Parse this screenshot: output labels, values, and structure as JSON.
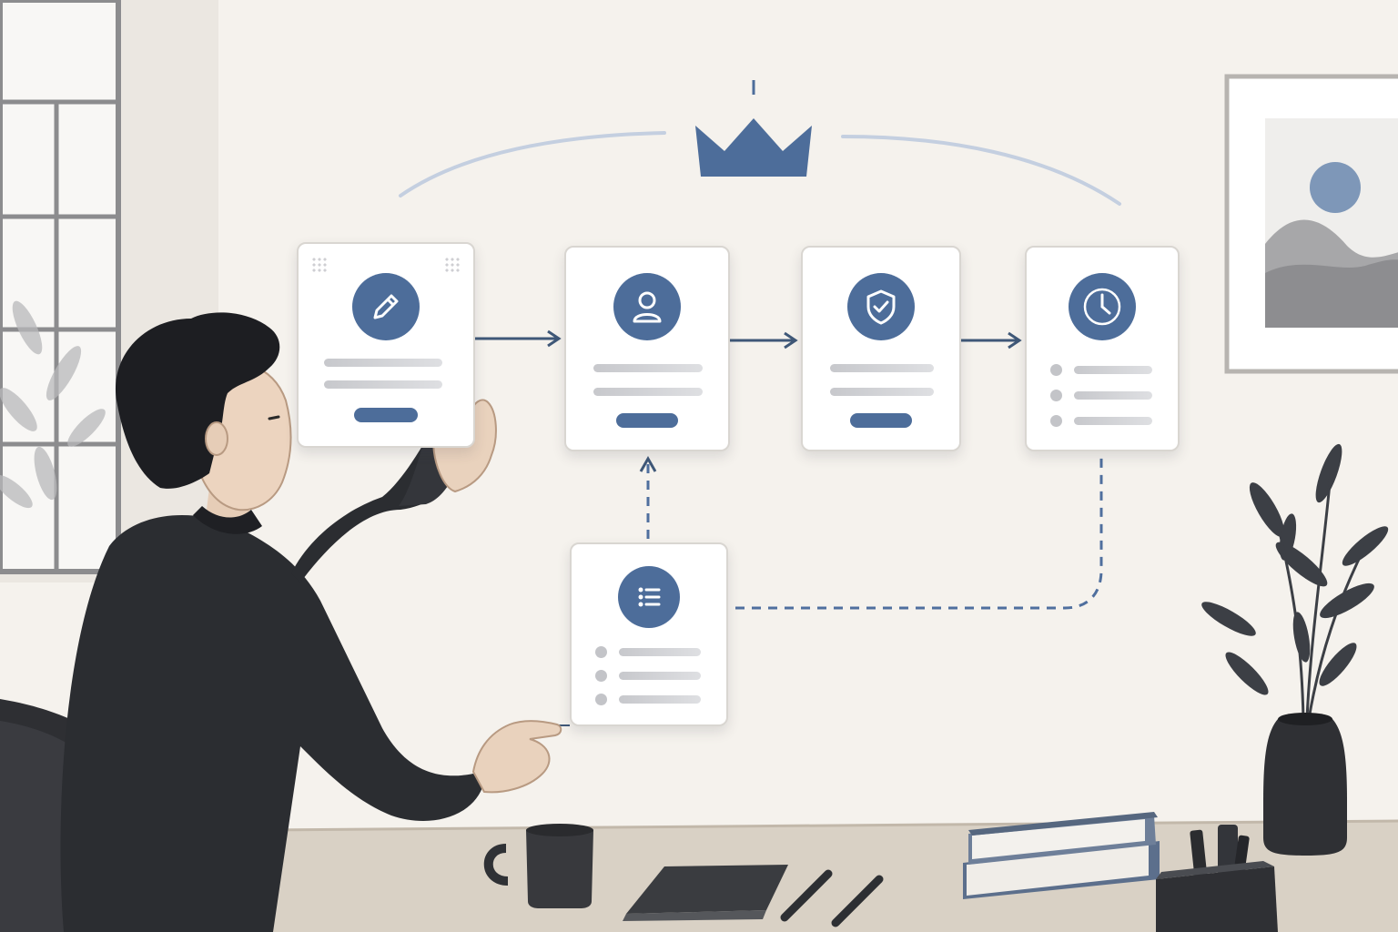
{
  "colors": {
    "wall": "#f4f1ec",
    "accent": "#4d6d9a",
    "connector": "#3f5878",
    "dashed_connector": "#4f6f9e",
    "card": "#ffffff",
    "shirt": "#2b2d31",
    "desk": "#d9d1c5"
  },
  "workflow": {
    "crown_icon": "crown-icon",
    "cards": [
      {
        "name": "edit",
        "icon": "pencil-icon",
        "content": [
          "line",
          "line",
          "button"
        ]
      },
      {
        "name": "user",
        "icon": "user-icon",
        "content": [
          "line",
          "line",
          "button"
        ]
      },
      {
        "name": "security",
        "icon": "shield-check-icon",
        "content": [
          "line",
          "line",
          "button"
        ]
      },
      {
        "name": "schedule",
        "icon": "clock-icon",
        "content": [
          "list-item",
          "list-item",
          "list-item"
        ]
      },
      {
        "name": "tasks",
        "icon": "list-icon",
        "content": [
          "list-item",
          "list-item",
          "list-item"
        ]
      }
    ]
  }
}
